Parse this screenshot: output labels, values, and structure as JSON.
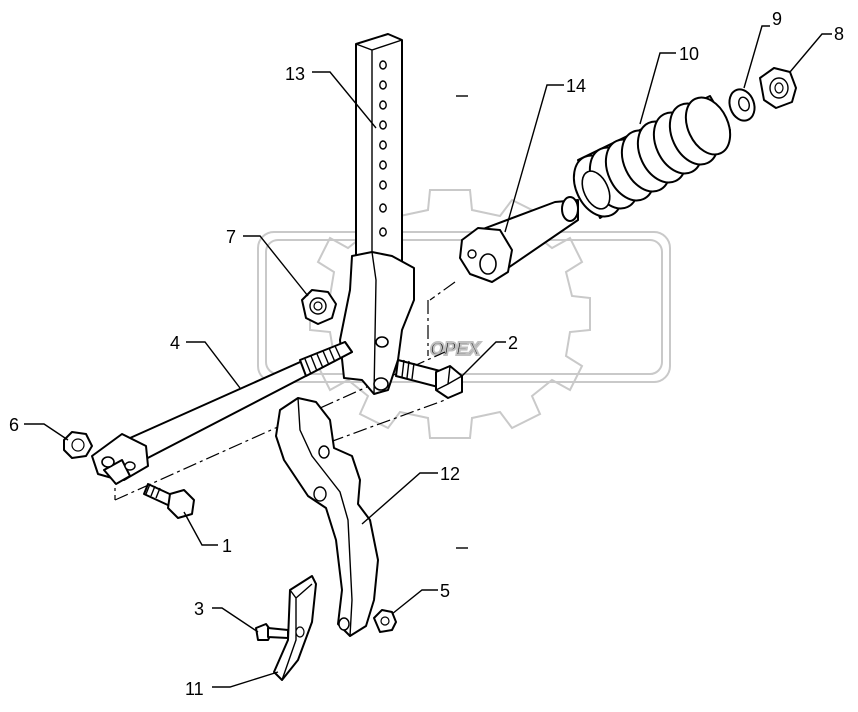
{
  "watermark": {
    "text": "OPEX"
  },
  "callouts": [
    {
      "id": "13",
      "label": "13"
    },
    {
      "id": "14",
      "label": "14"
    },
    {
      "id": "10",
      "label": "10"
    },
    {
      "id": "9",
      "label": "9"
    },
    {
      "id": "8",
      "label": "8"
    },
    {
      "id": "7",
      "label": "7"
    },
    {
      "id": "4",
      "label": "4"
    },
    {
      "id": "2",
      "label": "2"
    },
    {
      "id": "6",
      "label": "6"
    },
    {
      "id": "12",
      "label": "12"
    },
    {
      "id": "1",
      "label": "1"
    },
    {
      "id": "5",
      "label": "5"
    },
    {
      "id": "3",
      "label": "3"
    },
    {
      "id": "11",
      "label": "11"
    }
  ]
}
